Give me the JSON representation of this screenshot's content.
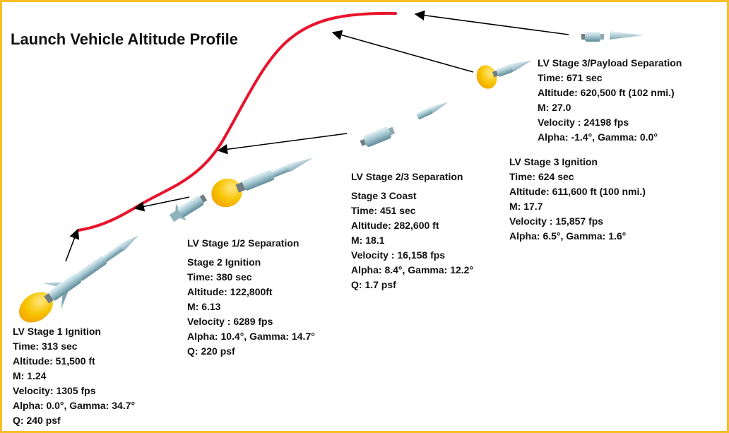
{
  "title": "Launch Vehicle Altitude Profile",
  "colors": {
    "trajectory": "#e8132b",
    "border": "#f6bf26",
    "plume": "#f6c400",
    "vehicle": "#9fc2cc",
    "arrow": "#000000"
  },
  "stages": [
    {
      "heading": "LV Stage 1  Ignition",
      "lines": [
        "Time: 313 sec",
        "Altitude:  51,500 ft",
        "M: 1.24",
        "Velocity: 1305 fps",
        "Alpha: 0.0°, Gamma: 34.7°",
        "Q: 240 psf"
      ]
    },
    {
      "heading": "LV Stage 1/2  Separation",
      "lines": [
        "Stage 2 Ignition",
        "Time: 380 sec",
        "Altitude:  122,800ft",
        "M: 6.13",
        "Velocity : 6289 fps",
        "Alpha: 10.4°, Gamma: 14.7°",
        "Q: 220 psf"
      ]
    },
    {
      "heading": "LV Stage 2/3 Separation",
      "lines": [
        "Stage 3 Coast",
        "Time: 451 sec",
        "Altitude:  282,600 ft",
        "M: 18.1",
        "Velocity : 16,158 fps",
        "Alpha: 8.4°, Gamma: 12.2°",
        "Q: 1.7 psf"
      ]
    },
    {
      "heading": "LV Stage 3 Ignition",
      "lines": [
        "Time: 624 sec",
        "Altitude:  611,600 ft (100 nmi.)",
        "M: 17.7",
        "Velocity : 15,857 fps",
        "Alpha: 6.5°, Gamma: 1.6°"
      ]
    },
    {
      "heading": "LV Stage 3/Payload Separation",
      "lines": [
        "Time: 671 sec",
        "Altitude:  620,500 ft (102 nmi.)",
        "M: 27.0",
        "Velocity : 24198 fps",
        "Alpha: -1.4°, Gamma: 0.0°"
      ]
    }
  ]
}
